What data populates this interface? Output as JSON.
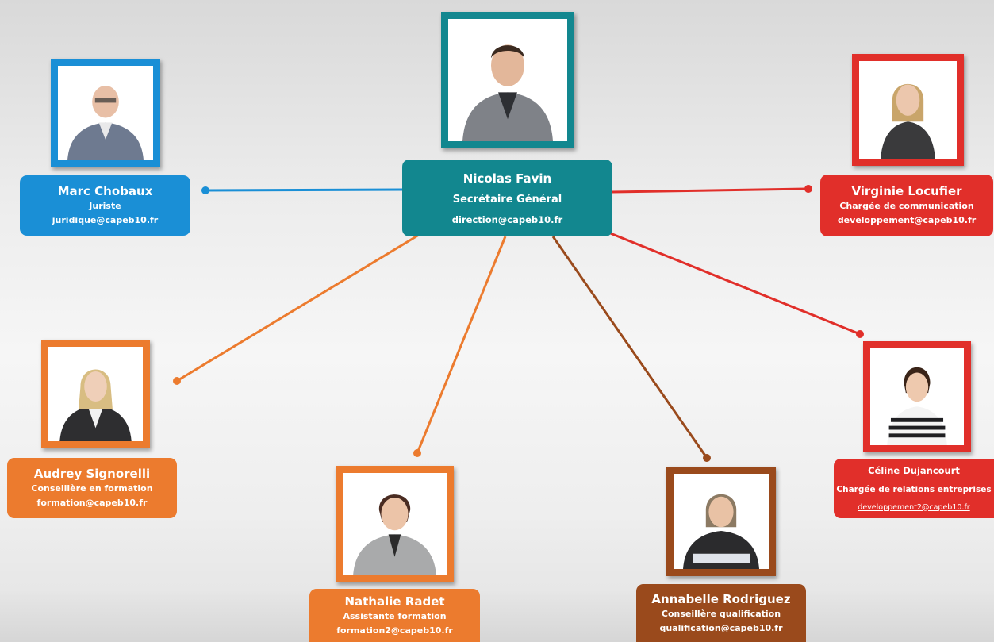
{
  "colors": {
    "teal": "#12878f",
    "blue": "#1a8fd6",
    "red": "#e12f2a",
    "orange": "#ec7b2e",
    "brown": "#9a4a1c"
  },
  "people": {
    "nicolas": {
      "name": "Nicolas Favin",
      "role": "Secrétaire Général",
      "email": "direction@capeb10.fr"
    },
    "marc": {
      "name": "Marc Chobaux",
      "role": "Juriste",
      "email": "juridique@capeb10.fr"
    },
    "virginie": {
      "name": "Virginie Locufier",
      "role": "Chargée de communication",
      "email": "developpement@capeb10.fr"
    },
    "audrey": {
      "name": "Audrey Signorelli",
      "role": "Conseillère en formation",
      "email": "formation@capeb10.fr"
    },
    "nathalie": {
      "name": "Nathalie Radet",
      "role": "Assistante formation",
      "email": "formation2@capeb10.fr"
    },
    "annabelle": {
      "name": "Annabelle Rodriguez",
      "role": "Conseillère qualification",
      "email": "qualification@capeb10.fr"
    },
    "celine": {
      "name": "Céline Dujancourt",
      "role": "Chargée de relations entreprises",
      "email": "developpement2@capeb10.fr"
    }
  }
}
